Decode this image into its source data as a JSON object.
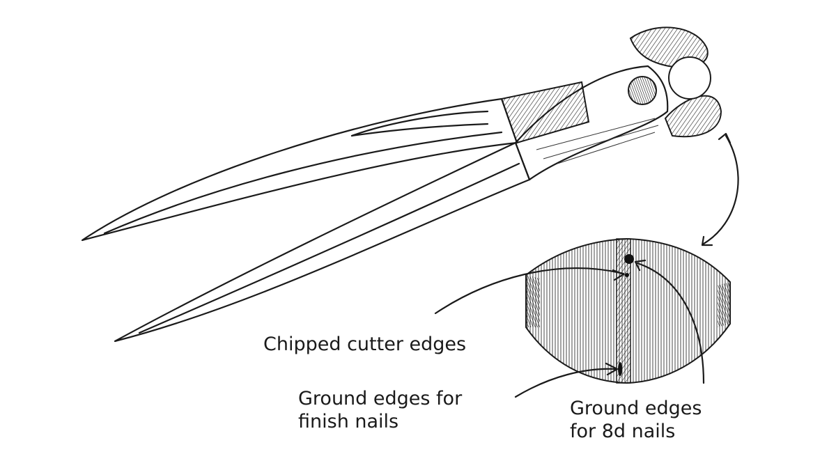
{
  "labels": {
    "chipped": "Chipped cutter edges",
    "finish_line1": "Ground edges for",
    "finish_line2": "finish nails",
    "eightd_line1": "Ground edges",
    "eightd_line2": "for 8d nails"
  }
}
